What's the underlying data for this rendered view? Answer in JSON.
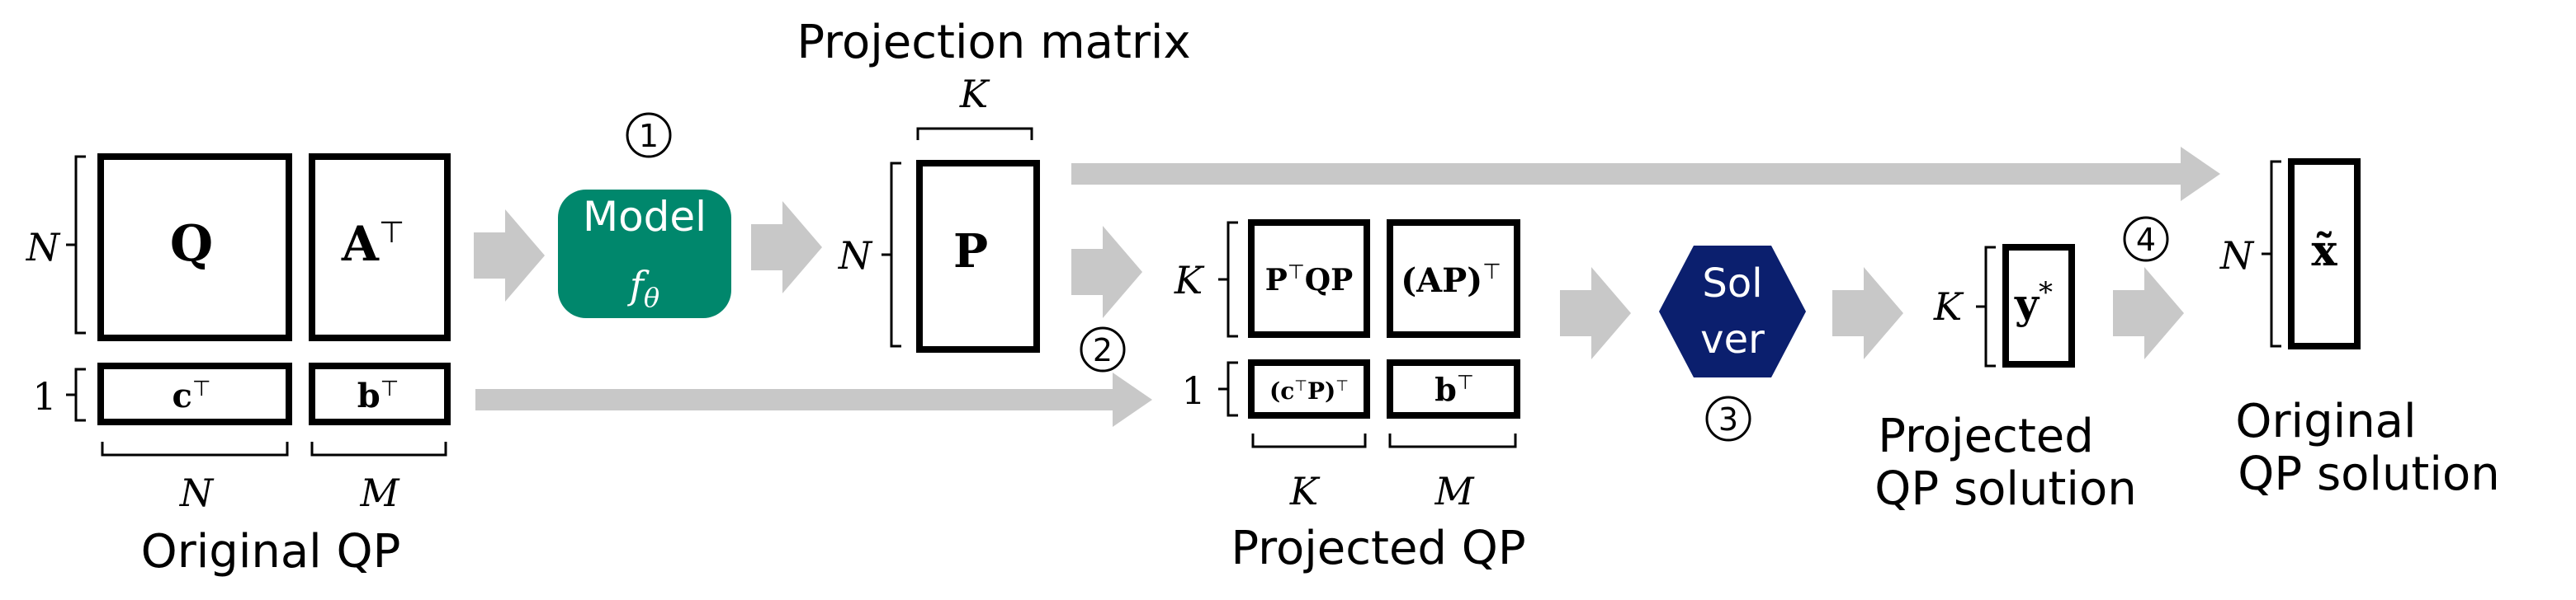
{
  "colors": {
    "model_fill": "#00876c",
    "solver_fill": "#0b1f6e",
    "arrow_fill": "#c8c8c8"
  },
  "original_qp": {
    "label": "Original QP",
    "Q": "Q",
    "A": "A",
    "A_sup": "⊤",
    "c": "c",
    "c_sup": "⊤",
    "b": "b",
    "b_sup": "⊤",
    "dim_rows": "N",
    "dim_one": "1",
    "dim_bottom_left": "N",
    "dim_bottom_right": "M"
  },
  "model": {
    "label": "Model",
    "sub": "f",
    "sub_index": "θ",
    "step": "①"
  },
  "projection": {
    "title": "Projection matrix",
    "P": "P",
    "dim_top": "K",
    "dim_rows": "N"
  },
  "projected_qp": {
    "label": "Projected QP",
    "PtQP_a": "P",
    "PtQP_sup": "⊤",
    "PtQP_b": "QP",
    "AP_open": "(AP)",
    "AP_sup": "⊤",
    "cP_open": "(c",
    "cP_sup1": "⊤",
    "cP_mid": "P)",
    "cP_sup2": "⊤",
    "b": "b",
    "b_sup": "⊤",
    "dim_rows": "K",
    "dim_one": "1",
    "dim_bottom_left": "K",
    "dim_bottom_right": "M",
    "step": "②"
  },
  "solver": {
    "line1": "Sol",
    "line2": "ver",
    "step": "③"
  },
  "projected_solution": {
    "label_line1": "Projected",
    "label_line2": "QP solution",
    "y": "y",
    "y_sup": "*",
    "dim_rows": "K"
  },
  "original_solution": {
    "label_line1": "Original",
    "label_line2": "QP solution",
    "x": "x̃",
    "dim_rows": "N",
    "step": "④"
  }
}
